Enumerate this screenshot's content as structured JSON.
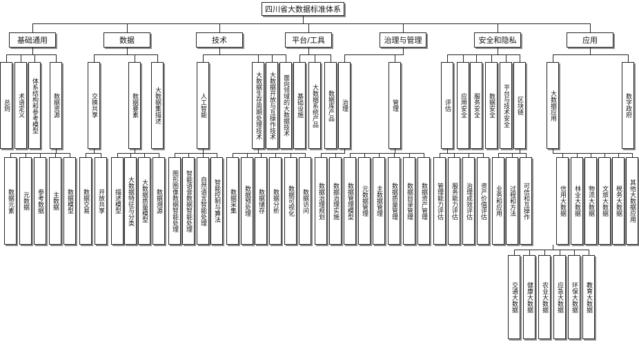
{
  "title": "四川省大数据标准体系",
  "categories": [
    {
      "label": "基础通用"
    },
    {
      "label": "数据"
    },
    {
      "label": "技术"
    },
    {
      "label": "平台/工具"
    },
    {
      "label": "治理与管理"
    },
    {
      "label": "安全和隐私"
    },
    {
      "label": "应用"
    }
  ],
  "level2": [
    {
      "label": "总则"
    },
    {
      "label": "术语定义"
    },
    {
      "label": "体系结构和参考模型"
    },
    {
      "label": "数据资源"
    },
    {
      "label": "交换共享"
    },
    {
      "label": "数据要素"
    },
    {
      "label": "大数据集描述"
    },
    {
      "label": "人工智能"
    },
    {
      "label": "大数据生存周期处理技术"
    },
    {
      "label": "大数据开放与互操作技术"
    },
    {
      "label": "面向领域的大数据技术"
    },
    {
      "label": "基础设施"
    },
    {
      "label": "大数据系统产品"
    },
    {
      "label": "数据库产品"
    },
    {
      "label": "治理"
    },
    {
      "label": "管理"
    },
    {
      "label": "评估"
    },
    {
      "label": "应用安全"
    },
    {
      "label": "服务安全"
    },
    {
      "label": "数据安全"
    },
    {
      "label": "平台与技术安全"
    },
    {
      "label": "区块链"
    },
    {
      "label": "大数据应用"
    },
    {
      "label": "数字政府"
    }
  ],
  "level3": [
    {
      "label": "数据元素"
    },
    {
      "label": "元数据"
    },
    {
      "label": "参考数据"
    },
    {
      "label": "主数据"
    },
    {
      "label": "数据模型"
    },
    {
      "label": "数据交易"
    },
    {
      "label": "开放共享"
    },
    {
      "label": "描述模型"
    },
    {
      "label": "大数据特征与分类"
    },
    {
      "label": "大数据质量模型"
    },
    {
      "label": "数据溯源"
    },
    {
      "label": "图形图像数据智能处理"
    },
    {
      "label": "智能语音数据智能处理"
    },
    {
      "label": "自然语言智能处理"
    },
    {
      "label": "智能控制与算法"
    },
    {
      "label": "数据采集"
    },
    {
      "label": "数据预处理"
    },
    {
      "label": "数据储存"
    },
    {
      "label": "数据分析"
    },
    {
      "label": "数据可视化"
    },
    {
      "label": "数据访问"
    },
    {
      "label": "数据治理规划"
    },
    {
      "label": "数据治理实施"
    },
    {
      "label": "数据管理模型"
    },
    {
      "label": "元数据管理"
    },
    {
      "label": "主数据管理"
    },
    {
      "label": "数据质量管理"
    },
    {
      "label": "数据目录管理"
    },
    {
      "label": "数据资产管理"
    },
    {
      "label": "管理能力评估"
    },
    {
      "label": "服务能力评估"
    },
    {
      "label": "治理成效评估"
    },
    {
      "label": "资产价值评估"
    },
    {
      "label": "业务和应用"
    },
    {
      "label": "过程和方法"
    },
    {
      "label": "可信和互操作"
    },
    {
      "label": "信用大数据"
    },
    {
      "label": "林业大数据"
    },
    {
      "label": "物流大数据"
    },
    {
      "label": "文旅大数据"
    },
    {
      "label": "税务大数据"
    },
    {
      "label": "其他大数据应用"
    }
  ],
  "level4": [
    {
      "label": "交通大数据"
    },
    {
      "label": "健康大数据"
    },
    {
      "label": "农业大数据"
    },
    {
      "label": "应急大数据"
    },
    {
      "label": "环保大数据"
    },
    {
      "label": "教育大数据"
    }
  ]
}
